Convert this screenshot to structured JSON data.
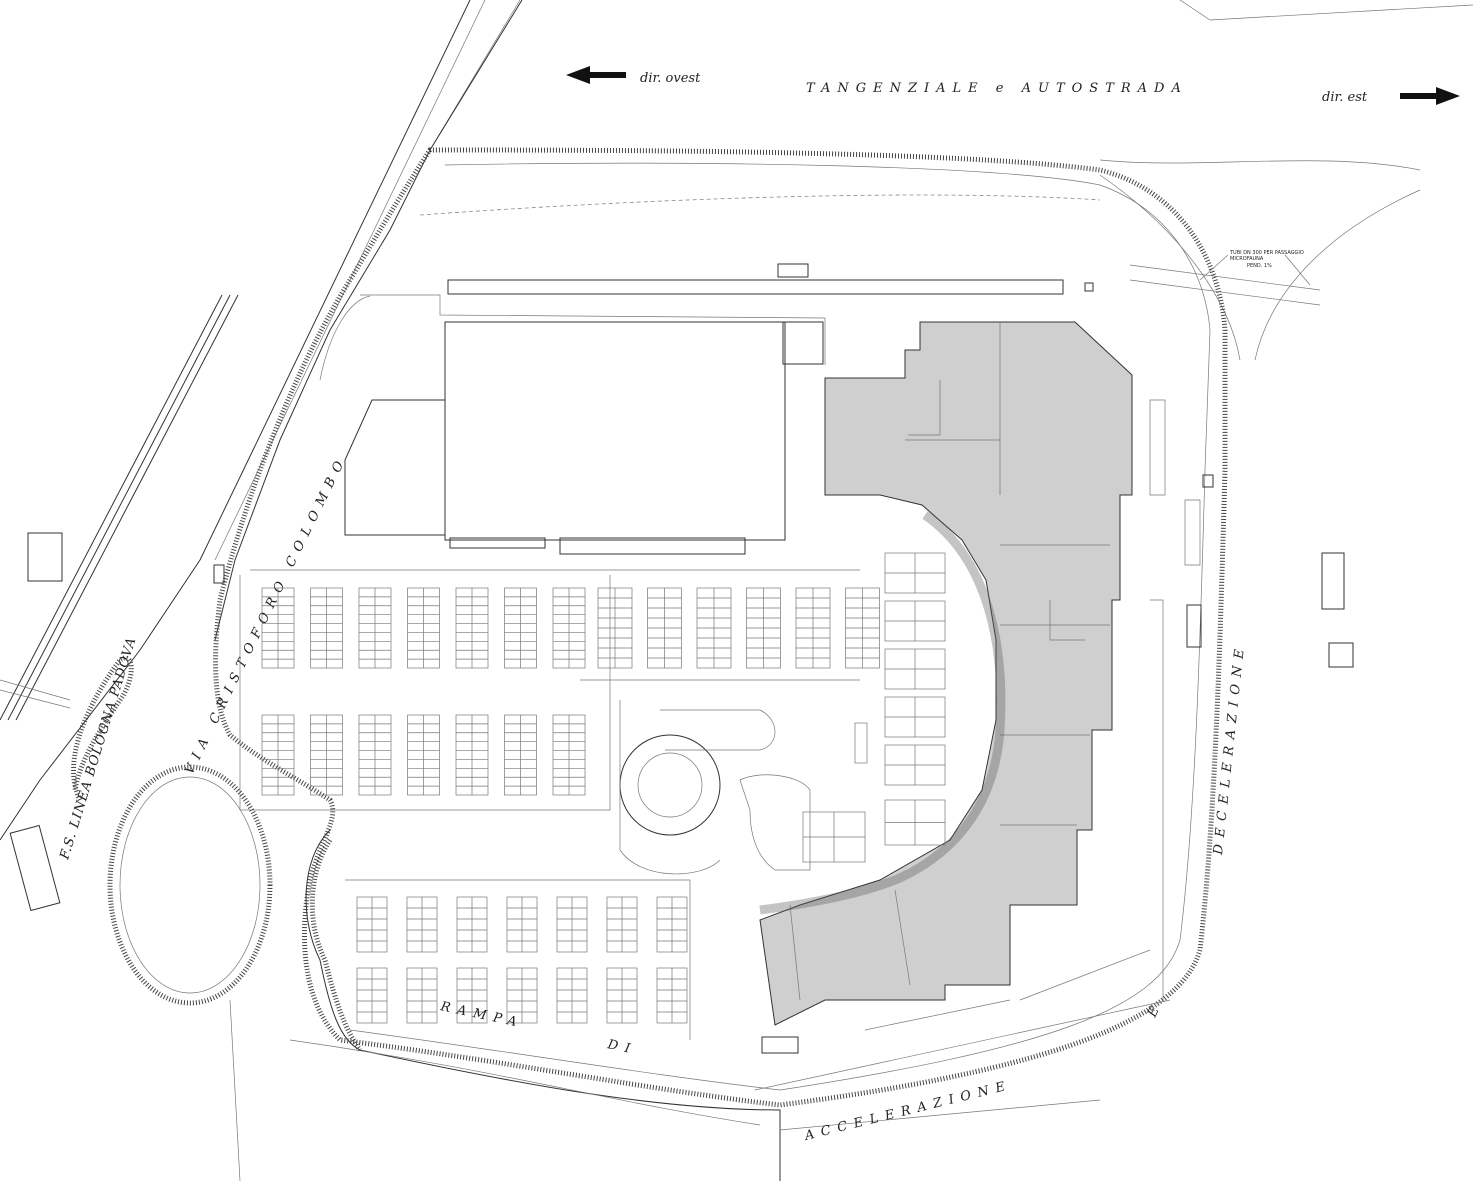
{
  "labels": {
    "west_direction": "dir. ovest",
    "highway": "TANGENZIALE e AUTOSTRADA",
    "east_direction": "dir. est",
    "street": "VIA CRISTOFORO COLOMBO",
    "railway": "F.S. LINEA BOLOGNA PADOVA",
    "deceleration": "DECELERAZIONE",
    "ramp_word1": "RAMPA",
    "ramp_word2": "DI",
    "ramp_word3": "ACCELERAZIONE",
    "ramp_letter_e": "E",
    "culvert_note": "TUBI DN 300 PER PASSAGGIO",
    "culvert_note2": "MICROFAUNA",
    "slope_note": "PEND. 1%"
  },
  "colors": {
    "building_fill": "#cfcfcf",
    "line": "#333333",
    "background": "#ffffff"
  }
}
